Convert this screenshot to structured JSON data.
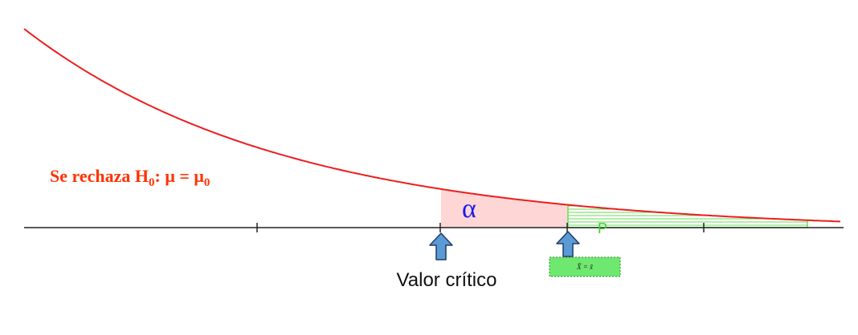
{
  "labels": {
    "reject_prefix": "Se rechaza H",
    "reject_h_sub": "0",
    "reject_middle": ": μ = μ",
    "reject_mu_sub": "0",
    "alpha": "α",
    "p_value": "P",
    "critical_value": "Valor crítico",
    "observed_value": "X̄ = x̄"
  },
  "colors": {
    "curve": "#ee1c1c",
    "reject_text": "#ff3300",
    "alpha_region": "#ffd6d6",
    "alpha_text": "#1a1aee",
    "p_region": "#66dd55",
    "p_text": "#44cc33",
    "observed_box": "#6fe86f",
    "arrow_fill": "#5b9bd5",
    "arrow_stroke": "#1f3b66",
    "axis": "#222222"
  },
  "icons": {
    "critical_arrow": "up-arrow-icon",
    "observed_arrow": "up-arrow-icon"
  }
}
